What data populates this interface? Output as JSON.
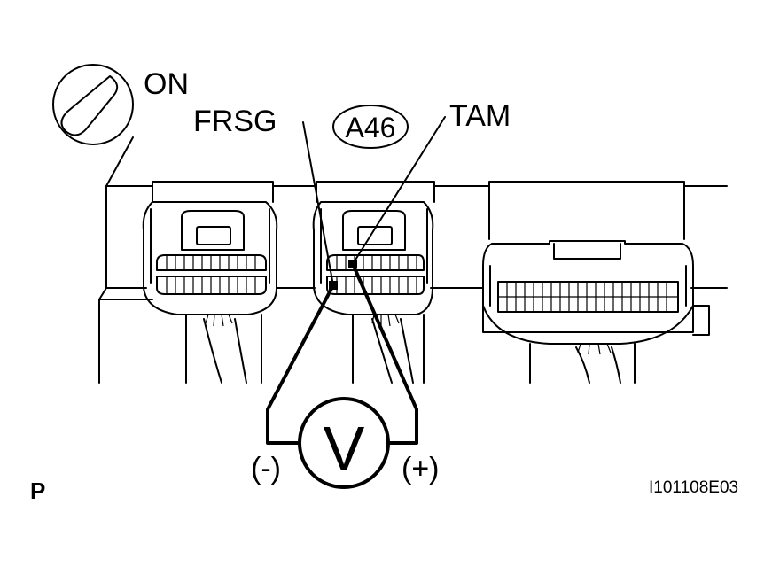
{
  "labels": {
    "ignition": "ON",
    "pin_left": "FRSG",
    "connector": "A46",
    "pin_right": "TAM",
    "meter": "V",
    "neg": "(-)",
    "pos": "(+)",
    "corner": "P",
    "figure_code": "I101108E03"
  },
  "icons": {
    "ignition_switch": "ignition-switch-icon",
    "voltmeter": "voltmeter-icon"
  }
}
